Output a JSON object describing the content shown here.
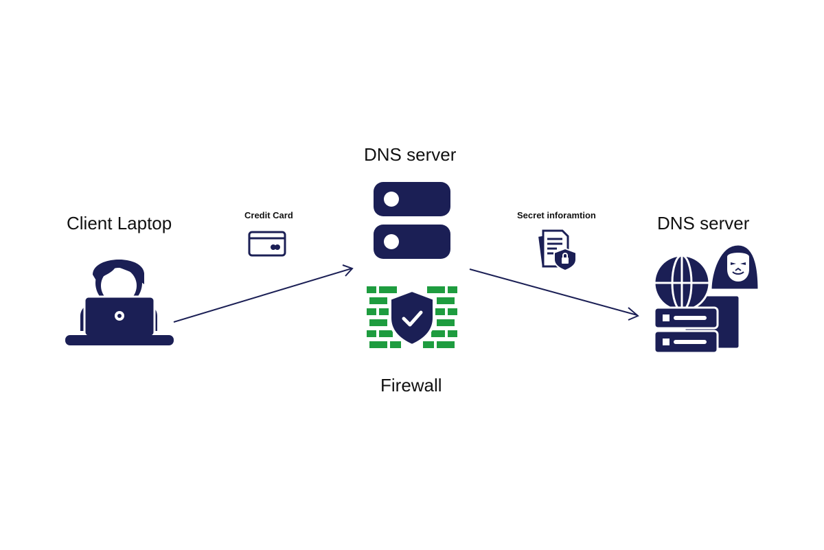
{
  "colors": {
    "navy": "#1b1f55",
    "green": "#1e9c3f",
    "text": "#111111"
  },
  "nodes": {
    "client": {
      "label": "Client Laptop",
      "icon": "user-laptop-icon"
    },
    "dns_center": {
      "label": "DNS server",
      "icon": "server-rack-icon"
    },
    "firewall": {
      "label": "Firewall",
      "icon": "firewall-shield-icon"
    },
    "dns_right": {
      "label": "DNS server",
      "icon": "hacker-globe-server-icon"
    }
  },
  "edges": {
    "left": {
      "label": "Credit Card",
      "icon": "credit-card-icon"
    },
    "right": {
      "label": "Secret inforamtion",
      "icon": "secret-documents-icon"
    }
  }
}
